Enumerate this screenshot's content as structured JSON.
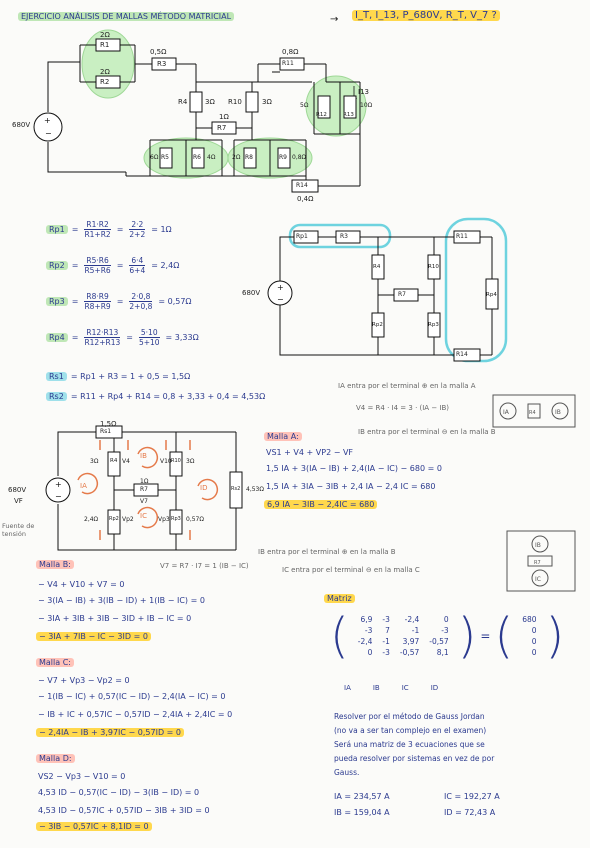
{
  "title": "EJERCICIO ANÁLISIS DE MALLAS MÉTODO MATRICIAL",
  "question": "I_T, I_13, P_680V, R_T, V_7 ?",
  "c1": {
    "source": "680V",
    "R1": "R1",
    "R1v": "2Ω",
    "R2": "R2",
    "R2v": "2Ω",
    "R3": "R3",
    "R3v": "0,5Ω",
    "R4": "R4",
    "R4v": "3Ω",
    "R5": "R5",
    "R5v": "6Ω",
    "R6": "R6",
    "R6v": "4Ω",
    "R7": "R7",
    "R7v": "1Ω",
    "R8": "R8",
    "R8v": "2Ω",
    "R9": "R9",
    "R9v": "0,8Ω",
    "R10": "R10",
    "R10v": "3Ω",
    "R11": "R11",
    "R11v": "0,8Ω",
    "R12": "R12",
    "R12v": "5Ω",
    "R13": "R13",
    "R13v": "10Ω",
    "R14": "R14",
    "R14v": "0,4Ω",
    "I13": "I13"
  },
  "eq": {
    "rp1_label": "Rp1",
    "rp1_num": "R1·R2",
    "rp1_den": "R1+R2",
    "rp1_n2": "2·2",
    "rp1_d2": "2+2",
    "rp1_res": "= 1Ω",
    "rp2_label": "Rp2",
    "rp2_num": "R5·R6",
    "rp2_den": "R5+R6",
    "rp2_n2": "6·4",
    "rp2_d2": "6+4",
    "rp2_res": "= 2,4Ω",
    "rp3_label": "Rp3",
    "rp3_num": "R8·R9",
    "rp3_den": "R8+R9",
    "rp3_n2": "2·0,8",
    "rp3_d2": "2+0,8",
    "rp3_res": "= 0,57Ω",
    "rp4_label": "Rp4",
    "rp4_num": "R12·R13",
    "rp4_den": "R12+R13",
    "rp4_n2": "5·10",
    "rp4_d2": "5+10",
    "rp4_res": "= 3,33Ω",
    "rs1_label": "Rs1",
    "rs1": "= Rp1 + R3 = 1 + 0,5 = 1,5Ω",
    "rs2_label": "Rs2",
    "rs2": "= R11 + Rp4 + R14 = 0,8 + 3,33 + 0,4 = 4,53Ω"
  },
  "c2": {
    "source": "680V",
    "Rp1": "Rp1",
    "R3": "R3",
    "R4": "R4",
    "R10": "R10",
    "R7": "R7",
    "Rp2": "Rp2",
    "Rp3": "Rp3",
    "R11": "R11",
    "Rp4": "Rp4",
    "R14": "R14"
  },
  "c3": {
    "source": "680V",
    "vf": "VF",
    "fuente": "Fuente de tensión",
    "Rs1": "Rs1",
    "rs1v": "1,5Ω",
    "R4": "R4",
    "r4v": "3Ω",
    "v4": "V4",
    "R10": "R10",
    "r10v": "3Ω",
    "v10": "V10",
    "R7": "R7",
    "r7v": "1Ω",
    "v7": "V7",
    "Rp2": "Rp2",
    "rp2v": "2,4Ω",
    "vp2": "Vp2",
    "Rp3": "Rp3",
    "rp3v": "0,57Ω",
    "vp3": "Vp3",
    "Rs2": "Rs2",
    "rs2v": "4,53Ω",
    "IA": "IA",
    "IB": "IB",
    "IC": "IC",
    "ID": "ID"
  },
  "note1": {
    "line1": "IA entra por el terminal ⊕ en la malla A",
    "line2": "V4 = R4 · I4 = 3 · (IA − IB)",
    "line3": "IB entra por el terminal ⊖ en la malla B"
  },
  "mallaA": {
    "label": "Malla A:",
    "l1": "VS1 + V4 + VP2 − VF",
    "l2": "1,5 IA + 3(IA − IB) + 2,4(IA − IC) − 680 = 0",
    "l3": "1,5 IA + 3IA − 3IB + 2,4 IA − 2,4 IC = 680",
    "l4": "6,9 IA − 3IB − 2,4IC = 680"
  },
  "note2": {
    "line1": "IB entra por el terminal ⊕ en la malla B",
    "line2": "V7 = R7 · I7 = 1 (IB − IC)",
    "line3": "IC entra por el terminal ⊖ en la malla C"
  },
  "mallaB": {
    "label": "Malla B:",
    "l1": "− V4 + V10 + V7 = 0",
    "l2": "− 3(IA − IB) + 3(IB − ID) + 1(IB − IC) = 0",
    "l3": "− 3IA + 3IB + 3IB − 3ID + IB − IC = 0",
    "l4": "− 3IA + 7IB − IC − 3ID = 0"
  },
  "mallaC": {
    "label": "Malla C:",
    "l1": "− V7 + Vp3 − Vp2 = 0",
    "l2": "− 1(IB − IC) + 0,57(IC − ID) − 2,4(IA − IC) = 0",
    "l3": "− IB + IC + 0,57IC − 0,57ID − 2,4IA + 2,4IC = 0",
    "l4": "− 2,4IA − IB + 3,97IC − 0,57ID = 0"
  },
  "mallaD": {
    "label": "Malla D:",
    "l1": "VS2 − Vp3 − V10 = 0",
    "l2": "4,53 ID − 0,57(IC − ID) − 3(IB − ID) = 0",
    "l3": "4,53 ID − 0,57IC + 0,57ID − 3IB + 3ID = 0",
    "l4": "− 3IB − 0,57IC + 8,1ID = 0"
  },
  "matriz": {
    "label": "Matriz",
    "rows": [
      [
        "6,9",
        "-3",
        "-2,4",
        "0"
      ],
      [
        "-3",
        "7",
        "-1",
        "-3"
      ],
      [
        "-2,4",
        "-1",
        "3,97",
        "-0,57"
      ],
      [
        "0",
        "-3",
        "-0,57",
        "8,1"
      ]
    ],
    "rhs": [
      "680",
      "0",
      "0",
      "0"
    ],
    "vars": [
      "IA",
      "IB",
      "IC",
      "ID"
    ]
  },
  "gauss": {
    "l1": "Resolver por el método de Gauss Jordan",
    "l2": "(no va a ser tan complejo en el examen)",
    "l3": "Será una matriz de 3 ecuaciones que se",
    "l4": "pueda resolver por sistemas en vez de por",
    "l5": "Gauss."
  },
  "results": {
    "ia": "IA = 234,57 A",
    "ib": "IB = 159,04 A",
    "ic": "IC = 192,27 A",
    "id": "ID = 72,43 A"
  },
  "colors": {
    "ink": "#2b3a8f",
    "green": "#bfe7b6",
    "blue": "#9fe0ea",
    "orange": "#ffcfb0",
    "yellow": "#ffd84d"
  }
}
